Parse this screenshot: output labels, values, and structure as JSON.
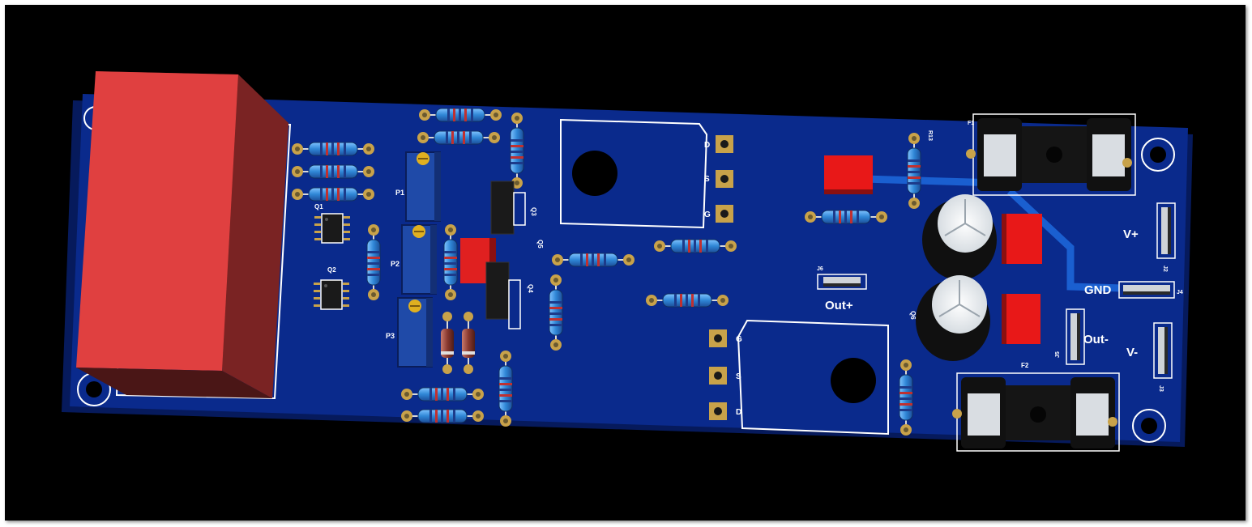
{
  "board": {
    "labels": {
      "vplus": "V+",
      "gnd": "GND",
      "vminus": "V-",
      "outplus": "Out+",
      "outminus": "Out-"
    },
    "mosfet_pins": {
      "d": "D",
      "s": "S",
      "g": "G"
    },
    "refdes": {
      "P1": "P1",
      "P2": "P2",
      "P3": "P3",
      "Q1": "Q1",
      "Q2": "Q2",
      "Q3": "Q3",
      "Q4": "Q4",
      "Q5": "Q5",
      "Q6": "Q6",
      "J2": "J2",
      "J3": "J3",
      "J4": "J4",
      "J5": "J5",
      "J6": "J6",
      "F1": "F1",
      "F2": "F2",
      "R13": "R13"
    },
    "colors": {
      "pcb": "#0a2a8c",
      "silkscreen": "#ffffff",
      "relay": "#e04040",
      "pad_gold": "#c8a24a",
      "resistor_body": "#2f86d6",
      "trace": "#1a5fd0"
    }
  }
}
